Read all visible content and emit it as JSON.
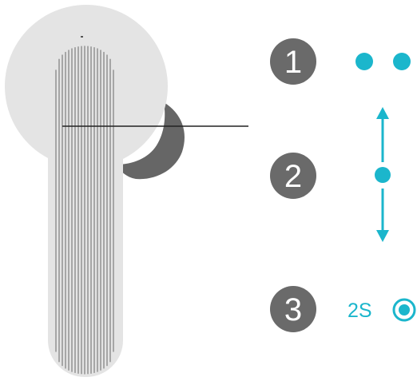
{
  "colors": {
    "accent": "#1bb6cc",
    "badge": "#6a6a6a",
    "earbud_body": "#e4e4e4",
    "earbud_tip": "#666666",
    "grille_lines": "#8c8c8c",
    "leader_line": "#222222"
  },
  "steps": [
    {
      "number": "1",
      "gesture": "double-tap"
    },
    {
      "number": "2",
      "gesture": "swipe-up-down"
    },
    {
      "number": "3",
      "gesture": "press-and-hold",
      "label": "2S"
    }
  ],
  "icons": {
    "earbud": "earbud-illustration",
    "double_tap": "double-dot-icon",
    "swipe": "vertical-swipe-arrow-icon",
    "hold": "press-hold-target-icon"
  }
}
